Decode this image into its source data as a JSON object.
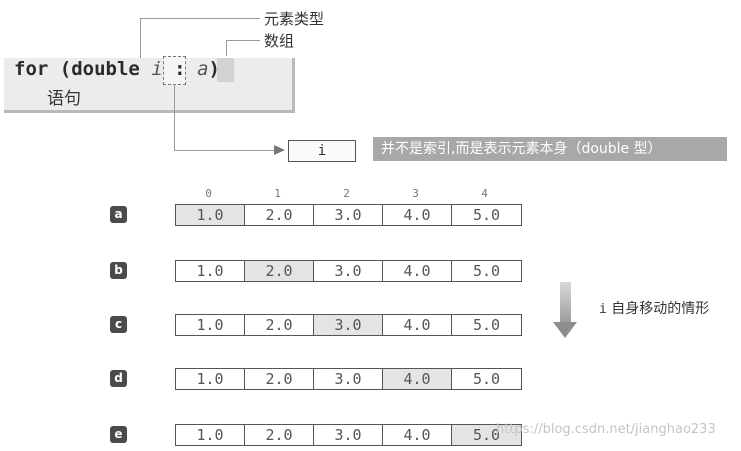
{
  "code": {
    "keyword": "for",
    "open": " (double ",
    "var": "i",
    "colon": " : ",
    "arr": "a",
    "close": ")"
  },
  "labels": {
    "element_type": "元素类型",
    "array": "数组",
    "statement": "语句"
  },
  "i_box": "i",
  "note": "并不是索引,而是表示元素本身（double 型）",
  "indices": [
    "0",
    "1",
    "2",
    "3",
    "4"
  ],
  "rows": [
    {
      "badge": "a",
      "values": [
        "1.0",
        "2.0",
        "3.0",
        "4.0",
        "5.0"
      ],
      "active": 0
    },
    {
      "badge": "b",
      "values": [
        "1.0",
        "2.0",
        "3.0",
        "4.0",
        "5.0"
      ],
      "active": 1
    },
    {
      "badge": "c",
      "values": [
        "1.0",
        "2.0",
        "3.0",
        "4.0",
        "5.0"
      ],
      "active": 2
    },
    {
      "badge": "d",
      "values": [
        "1.0",
        "2.0",
        "3.0",
        "4.0",
        "5.0"
      ],
      "active": 3
    },
    {
      "badge": "e",
      "values": [
        "1.0",
        "2.0",
        "3.0",
        "4.0",
        "5.0"
      ],
      "active": 4
    }
  ],
  "move_label": {
    "var": "i",
    "text": " 自身移动的情形"
  },
  "watermark": "https://blog.csdn.net/jianghao233"
}
